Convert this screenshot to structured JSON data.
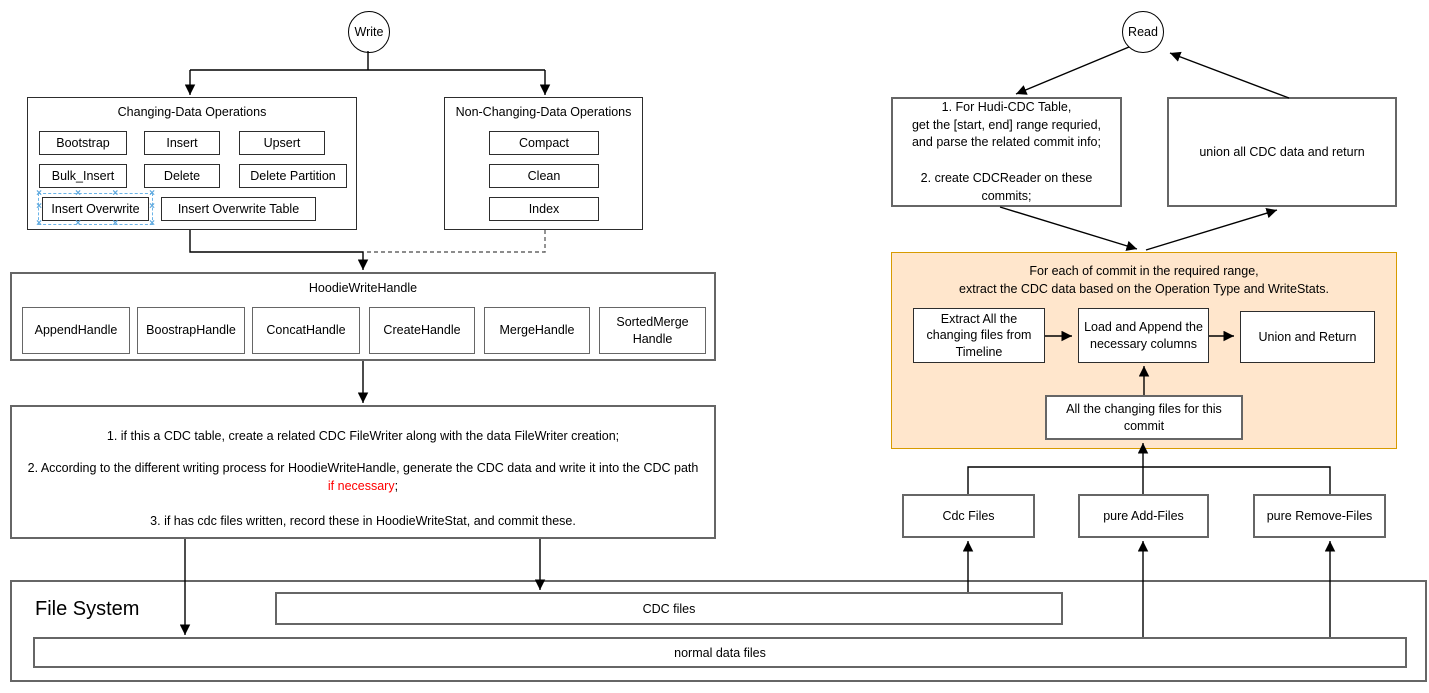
{
  "icons": {
    "selection_handle": "×"
  },
  "write_flow": {
    "start_label": "Write",
    "changing_ops": {
      "title": "Changing-Data Operations",
      "buttons": [
        "Bootstrap",
        "Insert",
        "Upsert",
        "Bulk_Insert",
        "Delete",
        "Delete Partition",
        "Insert Overwrite",
        "Insert Overwrite Table"
      ]
    },
    "non_changing_ops": {
      "title": "Non-Changing-Data Operations",
      "buttons": [
        "Compact",
        "Clean",
        "Index"
      ]
    },
    "write_handle": {
      "title": "HoodieWriteHandle",
      "handles": [
        "AppendHandle",
        "BoostrapHandle",
        "ConcatHandle",
        "CreateHandle",
        "MergeHandle",
        "SortedMerge Handle"
      ]
    },
    "steps": {
      "step1": "1. if this a CDC table, create a related CDC FileWriter along with the data FileWriter creation;",
      "step2_before": "2. According to the different writing process for HoodieWriteHandle, generate the CDC data and write it into the CDC path ",
      "step2_highlight": "if necessary",
      "step2_after": ";",
      "step3": "3. if has cdc files written, record these in HoodieWriteStat, and commit these."
    }
  },
  "read_flow": {
    "start_label": "Read",
    "prepare_box": "1. For Hudi-CDC Table,\nget the [start, end] range requried,\nand parse the related commit info;\n\n2. create CDCReader on these\ncommits;",
    "union_box": "union all CDC data and return",
    "per_commit_box": {
      "title": "For each of commit in the required range,\nextract the CDC data based on the Operation Type and WriteStats.",
      "extract_step": "Extract All the changing files from Timeline",
      "load_step": "Load and Append the necessary columns",
      "union_step": "Union and Return",
      "changing_files": "All the changing files for this commit"
    },
    "file_groups": [
      "Cdc Files",
      "pure Add-Files",
      "pure Remove-Files"
    ]
  },
  "file_system": {
    "title": "File System",
    "cdc_files_label": "CDC files",
    "normal_files_label": "normal data files"
  }
}
